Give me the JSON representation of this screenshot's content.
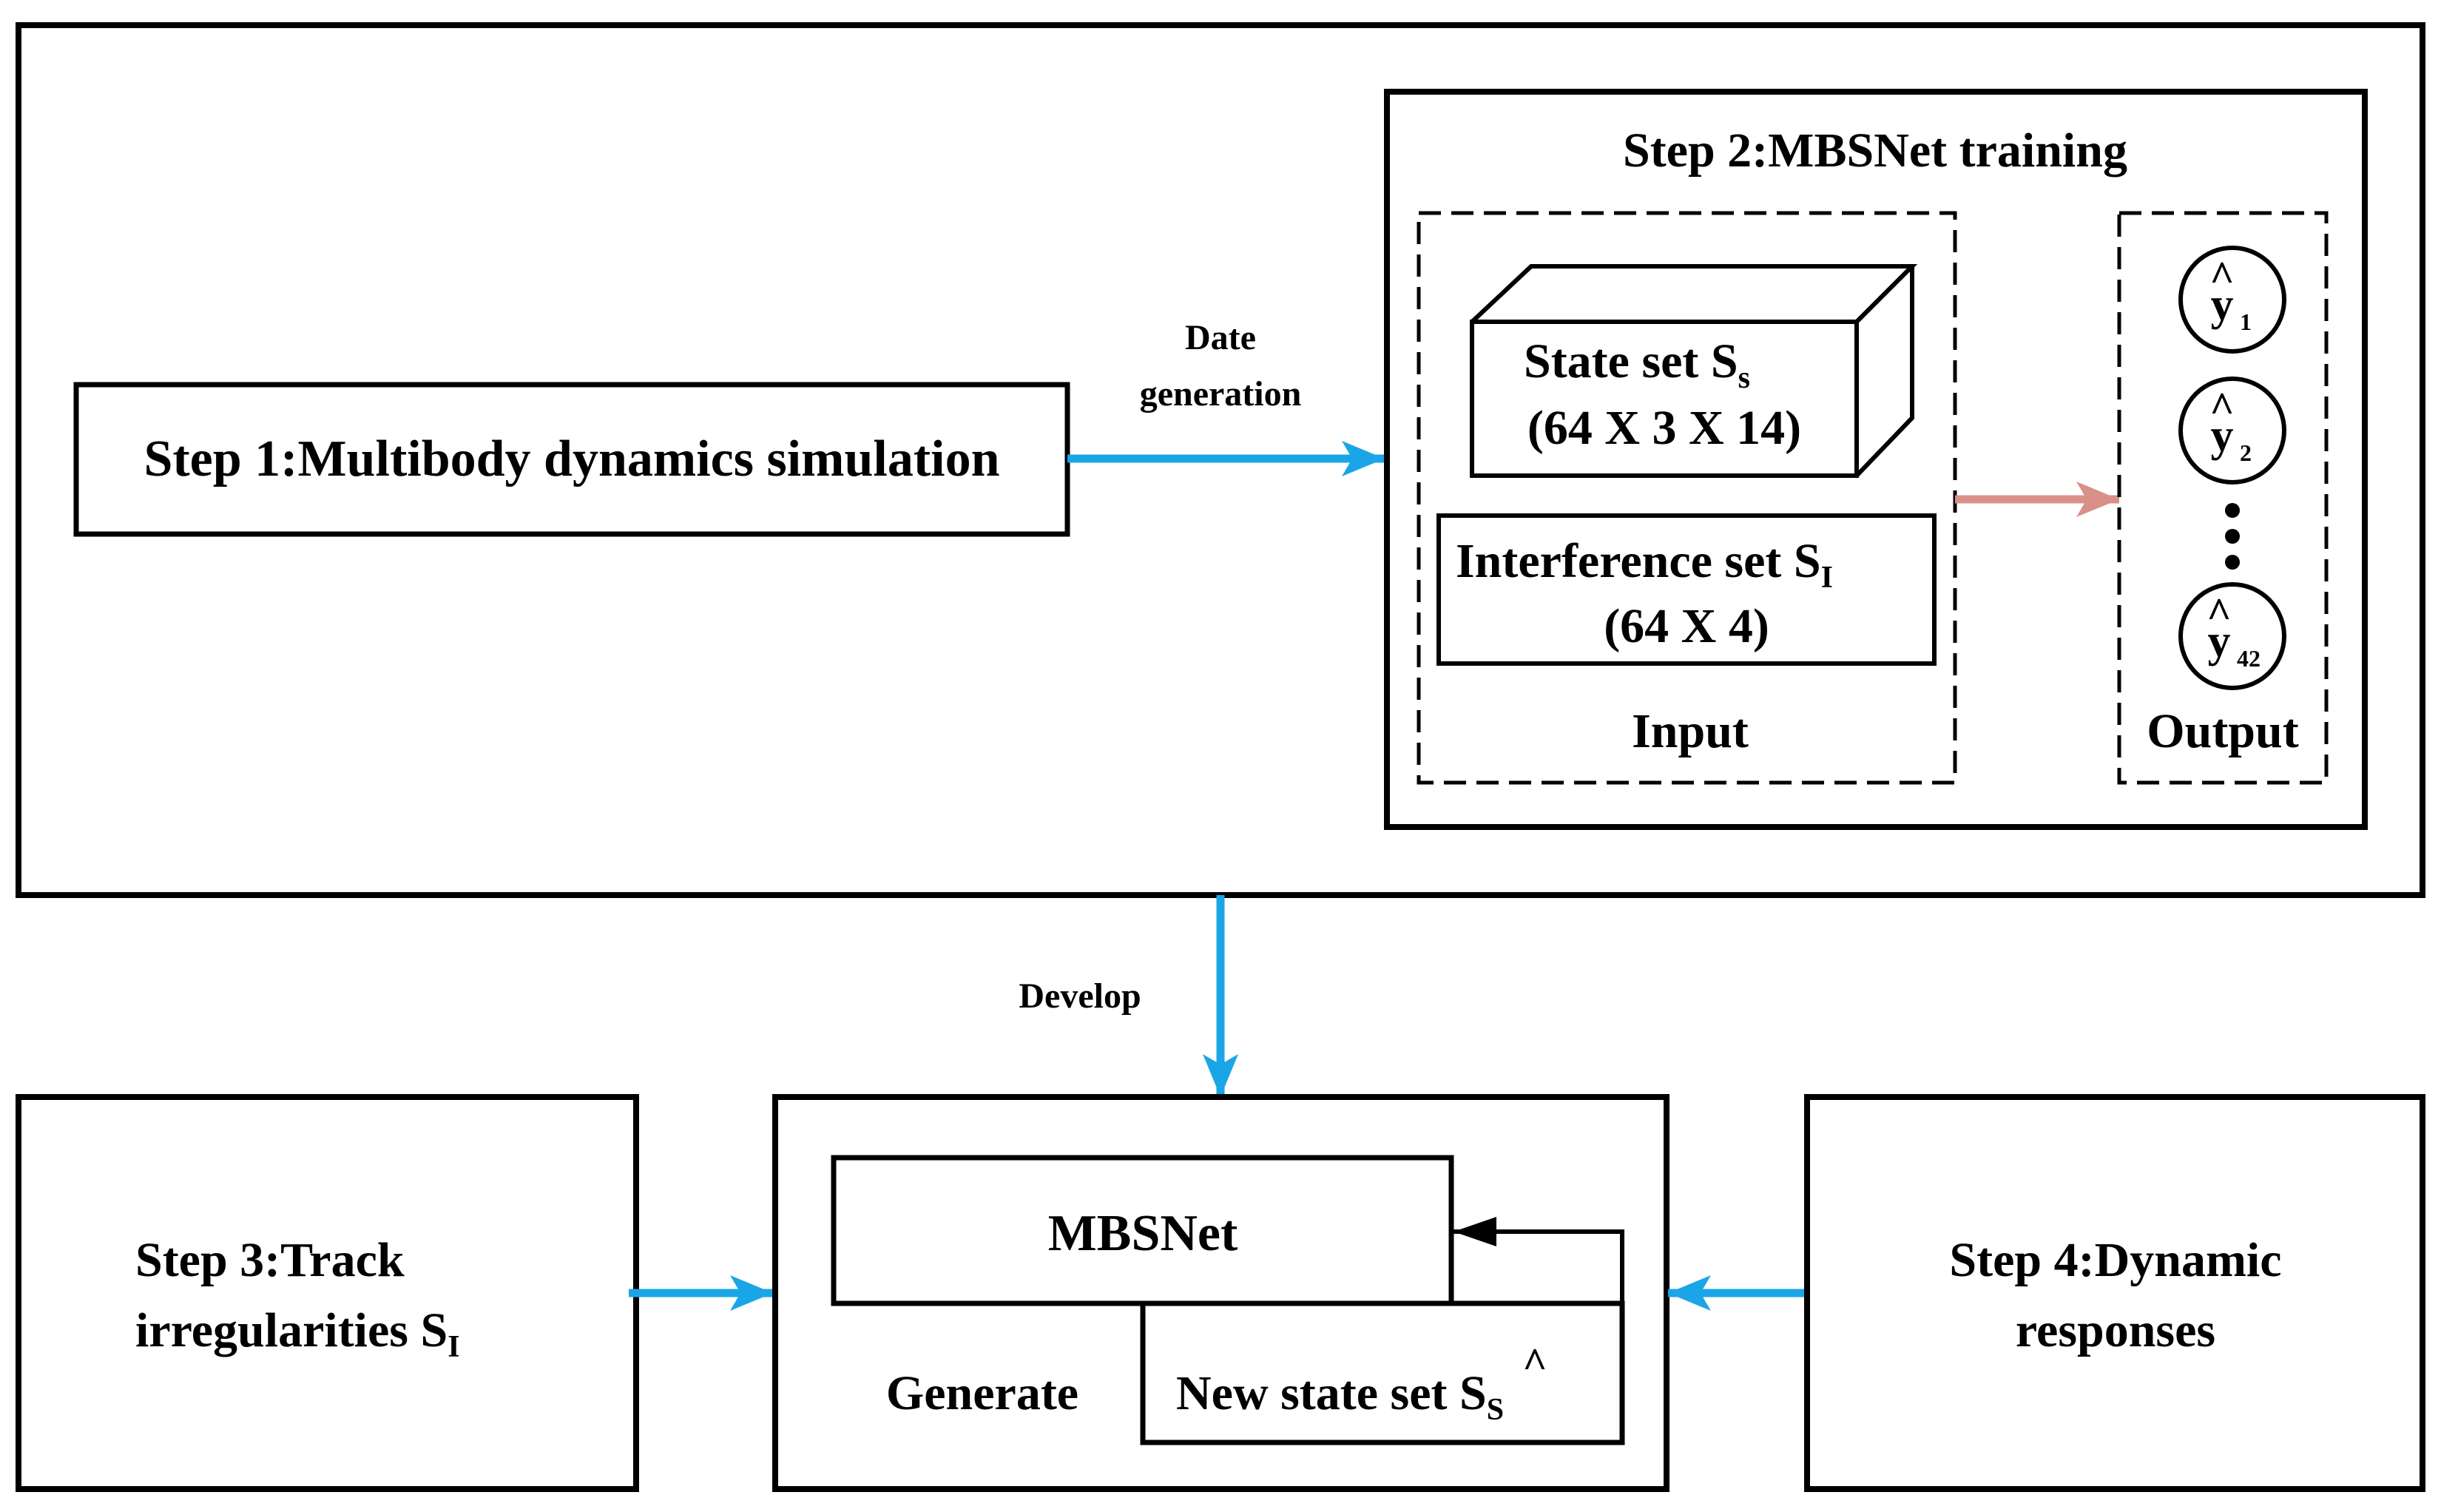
{
  "diagram": {
    "step1": {
      "label": "Step 1:Multibody dynamics simulation"
    },
    "arrow_date_generation": {
      "line1": "Date",
      "line2": "generation"
    },
    "step2": {
      "title": "Step 2:MBSNet training",
      "state_set": {
        "label": "State set S",
        "subscript": "s",
        "dims": "(64 X 3 X 14)"
      },
      "interference_set": {
        "label": "Interference set S",
        "subscript": "I",
        "dims": "(64 X 4)"
      },
      "input_label": "Input",
      "output_label": "Output",
      "outputs": [
        {
          "symbol": "y",
          "hat": "^",
          "subscript": "1"
        },
        {
          "symbol": "y",
          "hat": "^",
          "subscript": "2"
        },
        {
          "symbol": "y",
          "hat": "^",
          "subscript": "42"
        }
      ]
    },
    "arrow_develop": {
      "label": "Develop"
    },
    "step3": {
      "line1": "Step 3:Track",
      "line2": "irregularities S",
      "subscript": "I"
    },
    "center": {
      "model": "MBSNet",
      "generate_label": "Generate",
      "new_state": {
        "label": "New state set S",
        "hat": "^",
        "subscript": "S"
      }
    },
    "step4": {
      "line1": "Step 4:Dynamic",
      "line2": "responses"
    },
    "colors": {
      "blue_arrow": "#1aa6e6",
      "pink_arrow": "#d99088",
      "stroke": "#000000"
    }
  }
}
